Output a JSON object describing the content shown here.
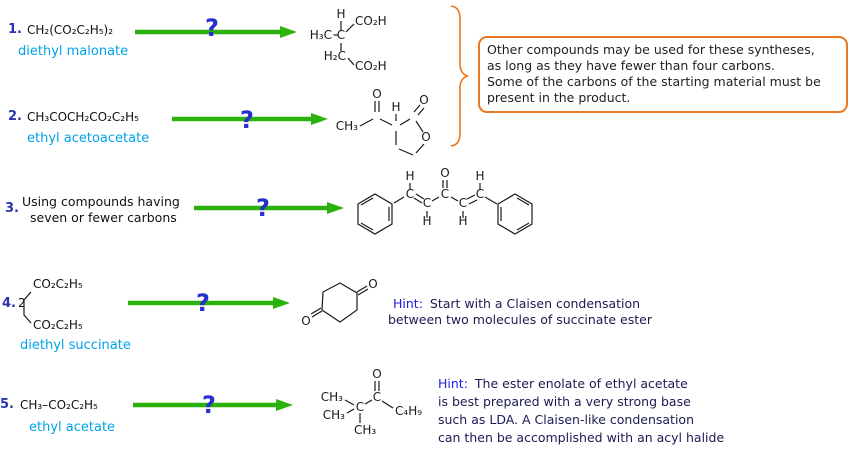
{
  "colors": {
    "arrow_green": "#2CB20C",
    "label_cyan": "#00A3E6",
    "orange_accent": "#E8771F",
    "question_blue": "#2530CF",
    "number_navy": "#2835AD",
    "hint_label_blue": "#2020E0",
    "hint_body_navy": "#1B1B52"
  },
  "note_box": {
    "lines": [
      "Other compounds may be used for these syntheses,",
      "as long as they have fewer than four carbons.",
      "Some of the carbons of the starting material must be",
      "present in the product."
    ]
  },
  "problems": [
    {
      "number": "1.",
      "q": "?",
      "reagent": "CH₂(CO₂C₂H₅)₂",
      "name": "diethyl malonate"
    },
    {
      "number": "2.",
      "q": "?",
      "reagent": "CH₃COCH₂CO₂C₂H₅",
      "name": "ethyl acetoacetate"
    },
    {
      "number": "3.",
      "q": "?",
      "reagent_line1": "Using compounds having",
      "reagent_line2": "seven or fewer carbons"
    },
    {
      "number": "4.",
      "q": "?",
      "coefficient": "2",
      "ester_top": "CO₂C₂H₅",
      "ester_bottom": "CO₂C₂H₅",
      "name": "diethyl succinate",
      "hint_label": "Hint:",
      "hint_lines": [
        "Start with a Claisen condensation",
        "between two molecules of succinate ester"
      ]
    },
    {
      "number": "5.",
      "q": "?",
      "reagent": "CH₃–CO₂C₂H₅",
      "name": "ethyl acetate",
      "hint_label": "Hint:",
      "hint_lines": [
        "The ester enolate of ethyl acetate",
        "is best prepared with a very strong base",
        "such as LDA. A Claisen-like condensation",
        "can then be accomplished with an acyl halide"
      ]
    }
  ],
  "structures": {
    "methylsuccinic_acid": {
      "h": "H",
      "h3c": "H₃C",
      "c": "C",
      "co2h_top": "CO₂H",
      "h2c": "H₂C",
      "co2h_bottom": "CO₂H"
    },
    "acetyl_butyrolactone": {
      "o_ketone": "O",
      "ch3": "CH₃",
      "h": "H",
      "o_carbonyl": "O",
      "o_ring": "O"
    },
    "dibenzylideneacetone": {
      "h1": "H",
      "c1": "C",
      "c2": "C",
      "h2": "H",
      "o": "O",
      "c3": "C",
      "c4": "C",
      "h4": "H",
      "c5": "C",
      "h5": "H"
    },
    "cyclohexane_dione": {
      "o_top": "O",
      "o_bottom": "O"
    },
    "tbutyl_butyl_ketone": {
      "o": "O",
      "ch3_top": "CH₃",
      "ch3_mid": "CH₃",
      "ch3_bottom": "CH₃",
      "cq": "C",
      "cc": "C",
      "c4h9": "C₄H₉"
    }
  }
}
